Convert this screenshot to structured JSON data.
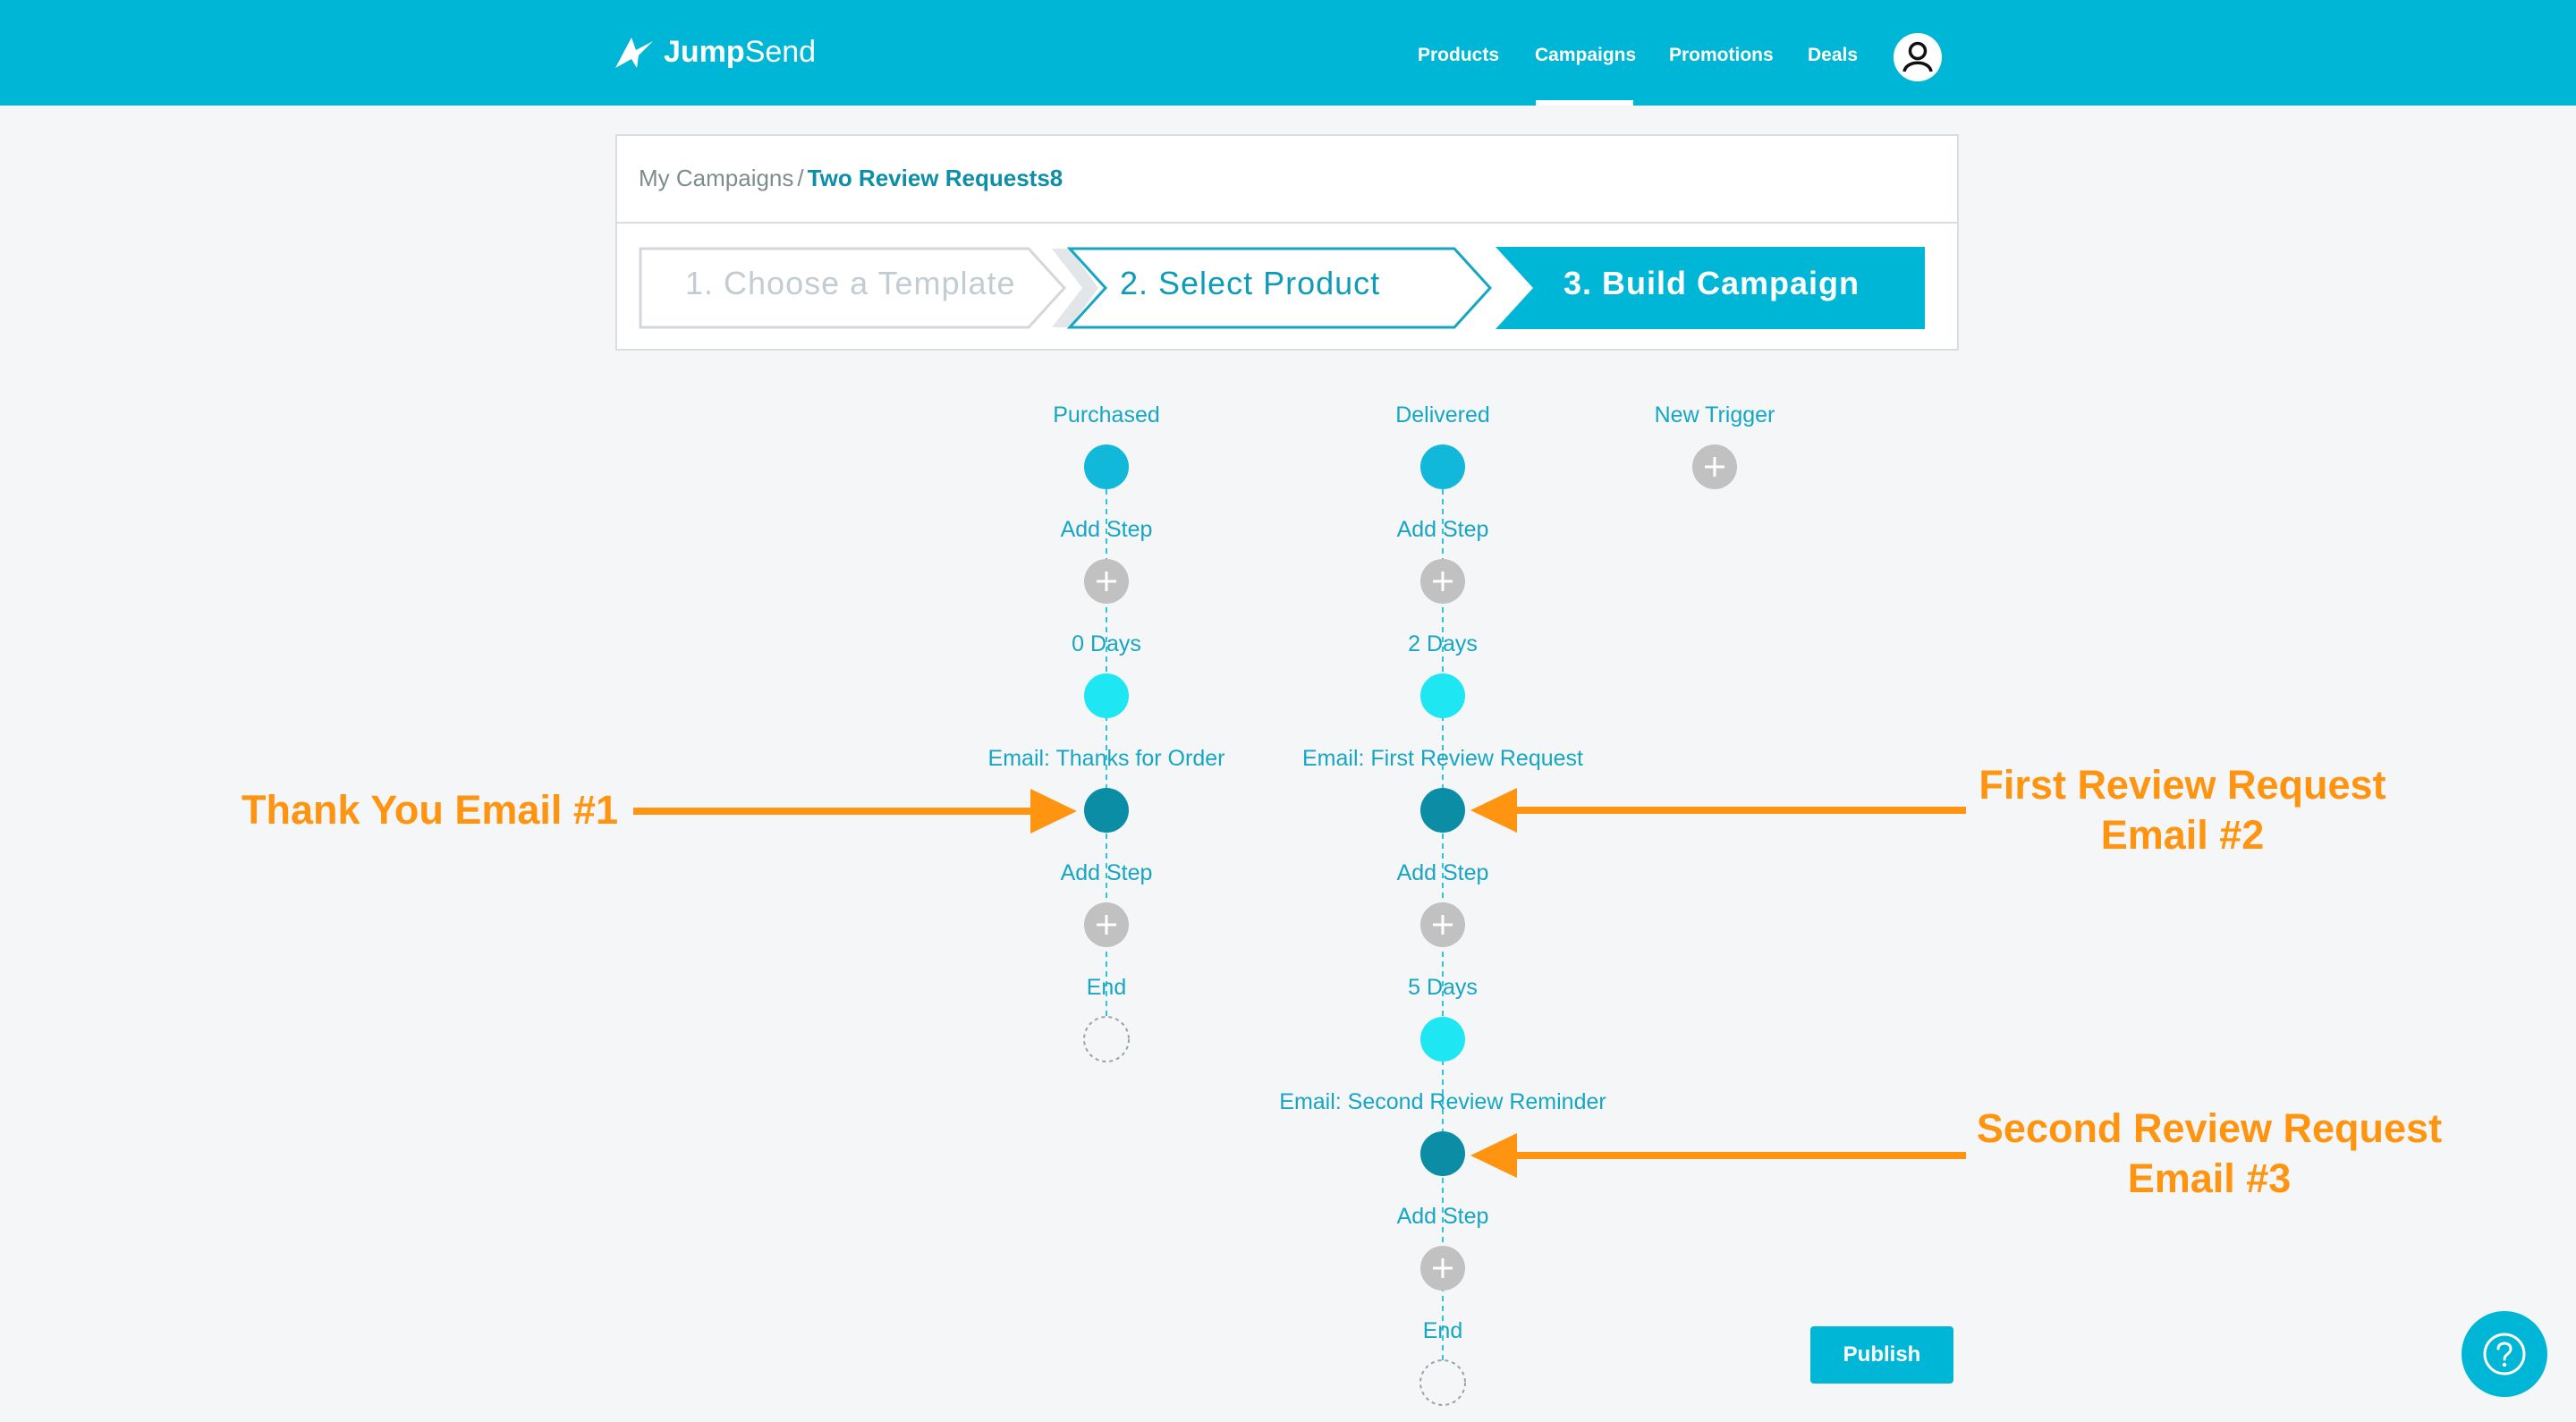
{
  "header": {
    "brand": {
      "name_bold": "Jump",
      "name_light": "Send"
    },
    "nav": [
      {
        "label": "Products",
        "active": false
      },
      {
        "label": "Campaigns",
        "active": true
      },
      {
        "label": "Promotions",
        "active": false
      },
      {
        "label": "Deals",
        "active": false
      }
    ],
    "avatar_icon": "user-icon"
  },
  "breadcrumb": {
    "root": "My Campaigns",
    "separator": "/",
    "current": "Two Review Requests8"
  },
  "wizard": {
    "steps": [
      {
        "label": "1. Choose a Template",
        "state": "inactive"
      },
      {
        "label": "2. Select Product",
        "state": "outlined"
      },
      {
        "label": "3. Build Campaign",
        "state": "active"
      }
    ]
  },
  "flow": {
    "columns": [
      {
        "name": "purchased",
        "nodes": [
          {
            "label": "Purchased",
            "kind": "trigger"
          },
          {
            "label": "Add Step",
            "kind": "add"
          },
          {
            "label": "0 Days",
            "kind": "delay"
          },
          {
            "label": "Email: Thanks for Order",
            "kind": "email"
          },
          {
            "label": "Add Step",
            "kind": "add"
          },
          {
            "label": "End",
            "kind": "end"
          }
        ]
      },
      {
        "name": "delivered",
        "nodes": [
          {
            "label": "Delivered",
            "kind": "trigger"
          },
          {
            "label": "Add Step",
            "kind": "add"
          },
          {
            "label": "2 Days",
            "kind": "delay"
          },
          {
            "label": "Email: First Review Request",
            "kind": "email"
          },
          {
            "label": "Add Step",
            "kind": "add"
          },
          {
            "label": "5 Days",
            "kind": "delay"
          },
          {
            "label": "Email: Second Review Reminder",
            "kind": "email"
          },
          {
            "label": "Add Step",
            "kind": "add"
          },
          {
            "label": "End",
            "kind": "end"
          }
        ]
      },
      {
        "name": "new-trigger",
        "nodes": [
          {
            "label": "New Trigger",
            "kind": "add"
          }
        ]
      }
    ]
  },
  "annotations": {
    "thank_you": {
      "line1": "Thank You Email #1"
    },
    "first_review": {
      "line1": "First Review Request",
      "line2": "Email #2"
    },
    "second_review": {
      "line1": "Second Review Request",
      "line2": "Email #3"
    }
  },
  "actions": {
    "publish": "Publish",
    "help_icon": "question-circle-icon"
  },
  "colors": {
    "header": "#00b6d6",
    "trigger_node": "#11b8d9",
    "delay_node": "#1ee6f3",
    "email_node": "#0b8ea5",
    "add_node": "#c1c1c1",
    "connector": "#2fc3dd",
    "annotation": "#ff9410",
    "wizard_text_inactive": "#c3ccd1",
    "wizard_text_outlined": "#0e9cb8"
  }
}
